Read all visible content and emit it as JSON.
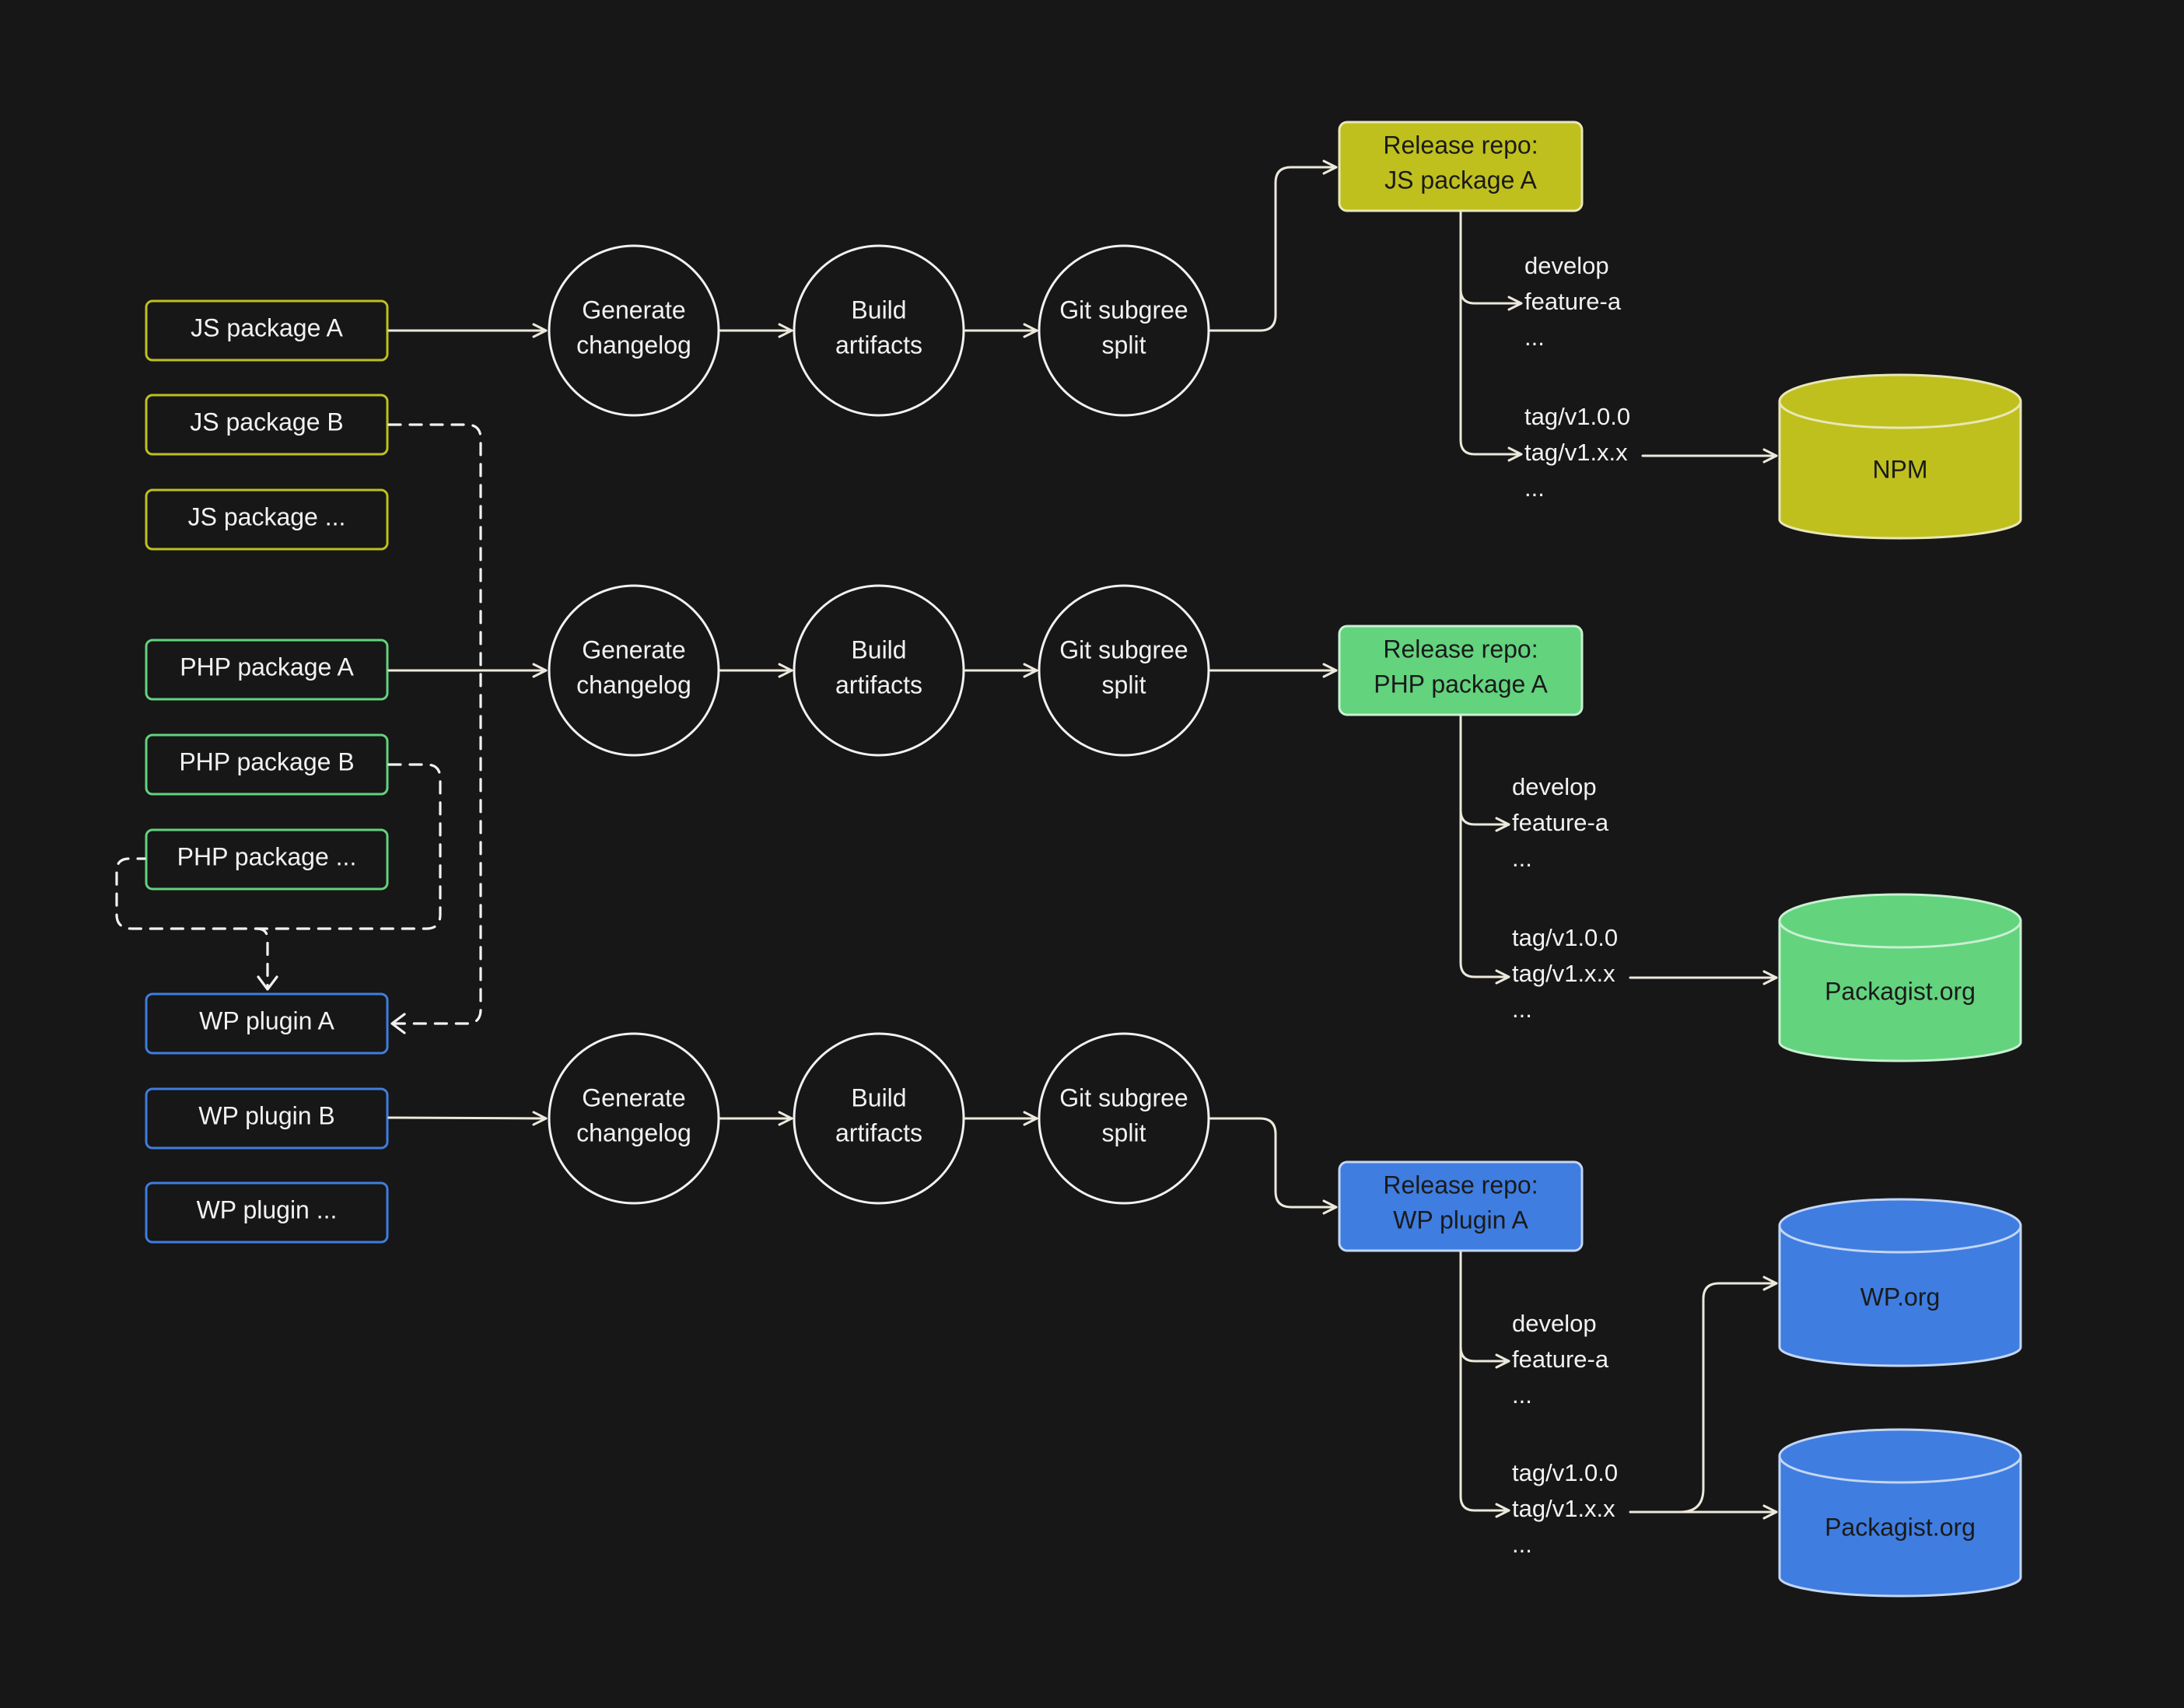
{
  "colors": {
    "background": "#171717",
    "js": "#bfc01e",
    "php": "#63d37e",
    "wp": "#3f7de0",
    "line": "#ece9dc"
  },
  "sources": {
    "js": [
      "JS package A",
      "JS package B",
      "JS package ..."
    ],
    "php": [
      "PHP package A",
      "PHP package B",
      "PHP package ..."
    ],
    "wp": [
      "WP plugin A",
      "WP plugin B",
      "WP plugin ..."
    ]
  },
  "pipeline": {
    "generate_changelog": [
      "Generate",
      "changelog"
    ],
    "build_artifacts": [
      "Build",
      "artifacts"
    ],
    "git_subtree_split": [
      "Git subgree",
      "split"
    ]
  },
  "release_repos": {
    "js": [
      "Release repo:",
      "JS package A"
    ],
    "php": [
      "Release repo:",
      "PHP package A"
    ],
    "wp": [
      "Release repo:",
      "WP plugin A"
    ]
  },
  "branches": {
    "dev": [
      "develop",
      "feature-a",
      "..."
    ],
    "tags": [
      "tag/v1.0.0",
      "tag/v1.x.x",
      "..."
    ]
  },
  "registries": {
    "npm": "NPM",
    "packagist_php": "Packagist.org",
    "wporg": "WP.org",
    "packagist_wp": "Packagist.org"
  }
}
